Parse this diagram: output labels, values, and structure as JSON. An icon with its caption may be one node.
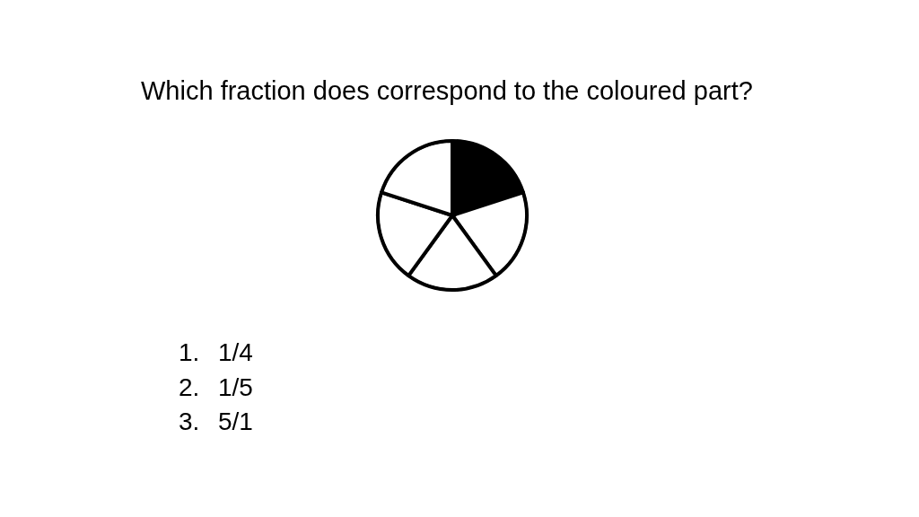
{
  "diagram": {
    "title": "Which fraction does correspond to the coloured part?",
    "labels": [
      "1.",
      "1/4",
      "2.",
      "1/5",
      "3.",
      "5/1"
    ]
  }
}
